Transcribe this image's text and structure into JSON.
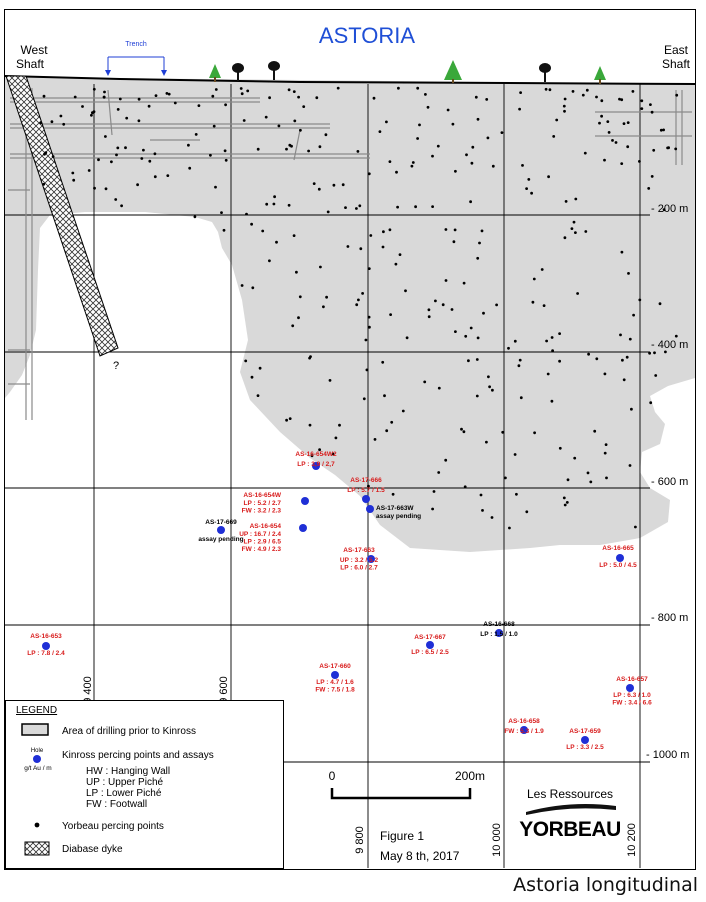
{
  "title": "ASTORIA",
  "west_shaft": [
    "West",
    "Shaft"
  ],
  "east_shaft": [
    "East",
    "Shaft"
  ],
  "trench": "Trench",
  "depth_labels": [
    "- 200 m",
    "- 400 m",
    "- 600 m",
    "- 800 m",
    "- 1000 m"
  ],
  "section_labels": [
    "9 400",
    "9 600",
    "9 800",
    "10 000",
    "10 200"
  ],
  "dyke_question": "?",
  "holes": [
    {
      "id": "AS-16-654W2",
      "lines": [
        "LP : 3,9 / 2,7"
      ],
      "color": "#d81b1b",
      "dot": "#1f2fd6"
    },
    {
      "id": "AS-17-666",
      "lines": [
        "LP : 5.7 / 1.5"
      ],
      "color": "#d81b1b",
      "dot": "#1f2fd6"
    },
    {
      "id": "AS-16-654W",
      "lines": [
        "LP : 5.2 / 2.7",
        "FW : 3.2 / 2.3"
      ],
      "color": "#d81b1b",
      "dot": "#1f2fd6"
    },
    {
      "id": "AS-17-663W",
      "lines": [
        "assay pending"
      ],
      "color": "#000000",
      "dot": "#1f2fd6"
    },
    {
      "id": "AS-17-669",
      "lines": [
        "assay pending"
      ],
      "color": "#000000",
      "dot": "#1f2fd6"
    },
    {
      "id": "AS-16-654",
      "lines": [
        "UP : 16.7 / 2.4",
        "LP : 2.9 / 6.5",
        "FW : 4.9 / 2.3"
      ],
      "color": "#d81b1b",
      "dot": "#1f2fd6"
    },
    {
      "id": "AS-17-663",
      "lines": [
        "UP : 3.2 / 5.2",
        "LP : 6.0 / 2.7"
      ],
      "color": "#d81b1b",
      "dot": "#1f2fd6"
    },
    {
      "id": "AS-16-665",
      "lines": [
        "LP : 5.0 / 4.5"
      ],
      "color": "#d81b1b",
      "dot": "#1f2fd6"
    },
    {
      "id": "AS-16-668",
      "lines": [
        "LP : 1.5 / 1.0"
      ],
      "color": "#000000",
      "dot": "#1f2fd6"
    },
    {
      "id": "AS-16-653",
      "lines": [
        "LP : 7.8 / 2.4"
      ],
      "color": "#d81b1b",
      "dot": "#1f2fd6"
    },
    {
      "id": "AS-17-667",
      "lines": [
        "LP : 6.5 / 2.5"
      ],
      "color": "#d81b1b",
      "dot": "#1f2fd6"
    },
    {
      "id": "AS-17-660",
      "lines": [
        "LP : 4.7 / 1.6",
        "FW : 7.5 / 1.8"
      ],
      "color": "#d81b1b",
      "dot": "#1f2fd6"
    },
    {
      "id": "AS-16-657",
      "lines": [
        "LP : 6.3 / 1.0",
        "FW : 3.4 / 6.6"
      ],
      "color": "#d81b1b",
      "dot": "#1f2fd6"
    },
    {
      "id": "AS-16-658",
      "lines": [
        "FW : 5.3 / 1.9"
      ],
      "color": "#d81b1b",
      "dot": "#1f2fd6"
    },
    {
      "id": "AS-17-659",
      "lines": [
        "LP : 3.3 / 2.5"
      ],
      "color": "#d81b1b",
      "dot": "#1f2fd6"
    }
  ],
  "legend": {
    "title": "LEGEND",
    "area_label": "Area of drilling prior to Kinross",
    "kinross_label": "Kinross percing points and assays",
    "hole_word": "Hole",
    "hole_unit": "g/t Au / m",
    "abbrev": [
      "HW :  Hanging Wall",
      "UP :  Upper Piché",
      "LP :  Lower Piché",
      "FW :  Footwall"
    ],
    "yorbeau_label": "Yorbeau percing points",
    "dyke_label": "Diabase dyke"
  },
  "scale": {
    "start": "0",
    "end": "200m"
  },
  "figure": {
    "label": "Figure 1",
    "date": "May 8 th,  2017"
  },
  "logo": {
    "top": "Les Ressources",
    "name": "YORBEAU"
  },
  "caption": "Astoria longitudinal",
  "colors": {
    "area": "#d9d9d9",
    "hole_dot": "#1f2fd6",
    "title": "#1f4fd6",
    "red_text": "#d81b1b"
  }
}
